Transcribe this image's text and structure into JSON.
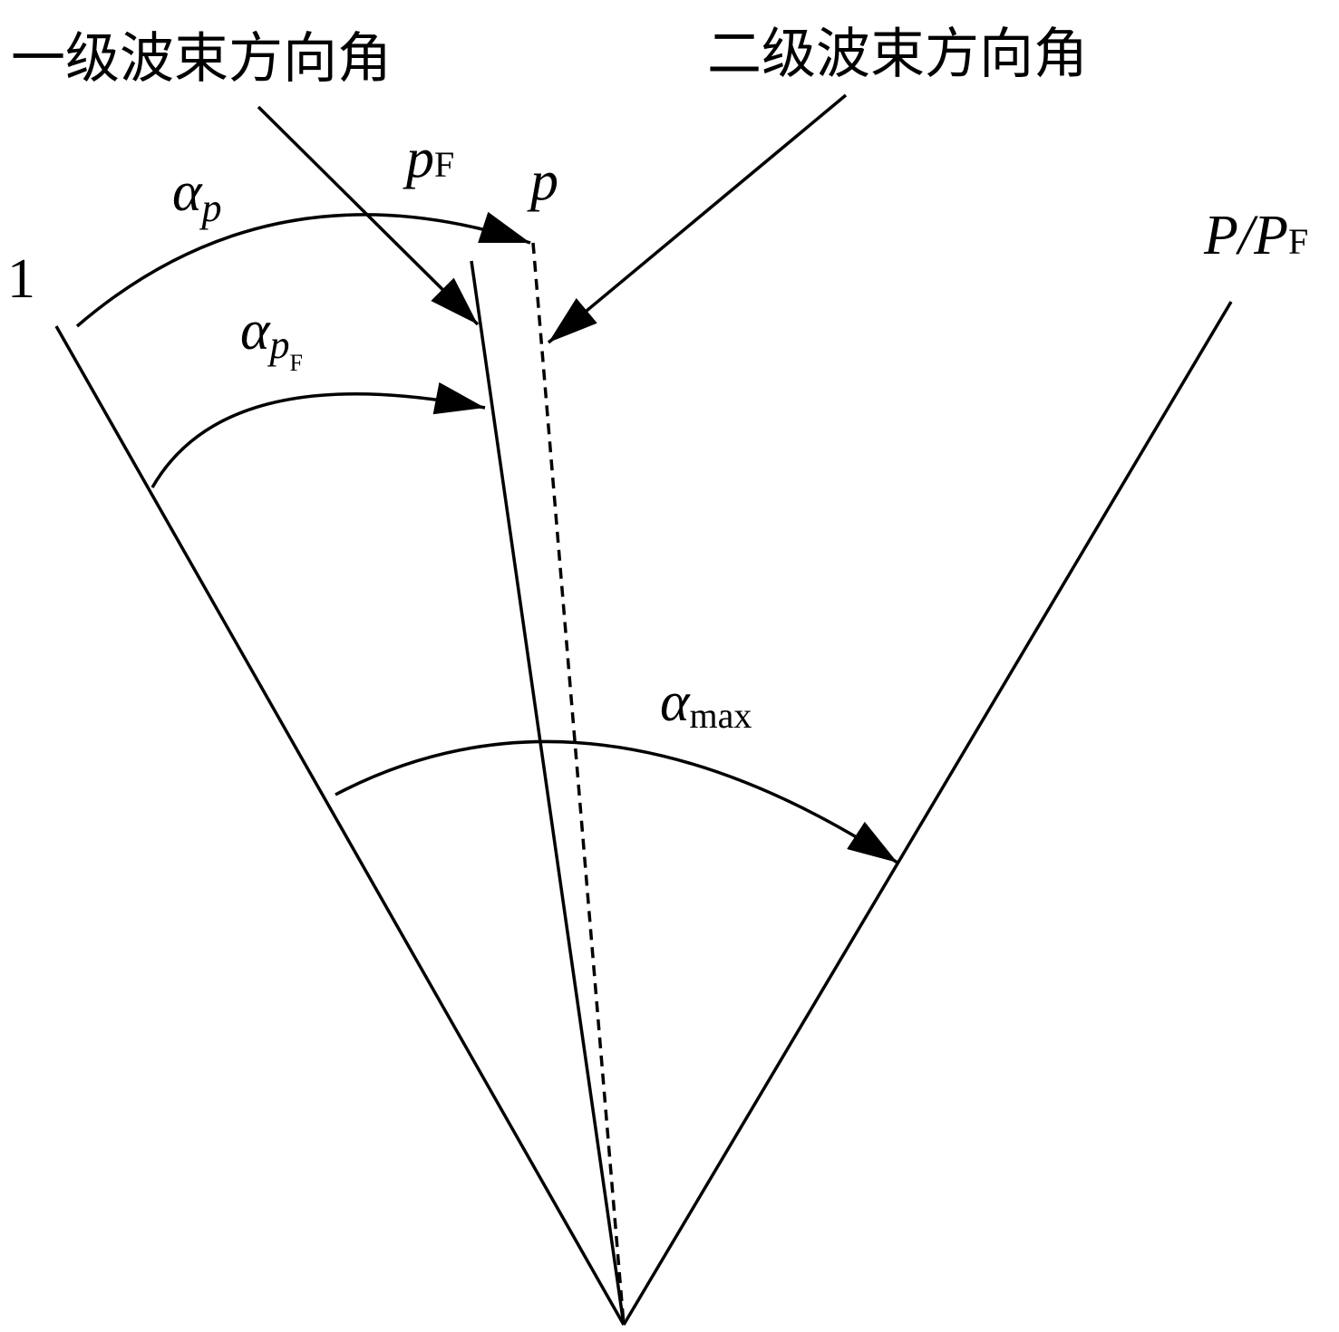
{
  "labels": {
    "primary_beam_angle": "一级波束方向角",
    "secondary_beam_angle": "二级波束方向角",
    "p_f_main": "p",
    "p_f_sub": "F",
    "p": "p",
    "one": "1",
    "P_over_PF_main": "P/P",
    "P_over_PF_sub": "F",
    "alpha": "α",
    "alpha_p_sub": "p",
    "alpha_pf_sub": "p",
    "alpha_pf_subsub": "F",
    "alpha_max_sub": "max"
  },
  "colors": {
    "stroke": "#000000",
    "background": "#ffffff"
  }
}
